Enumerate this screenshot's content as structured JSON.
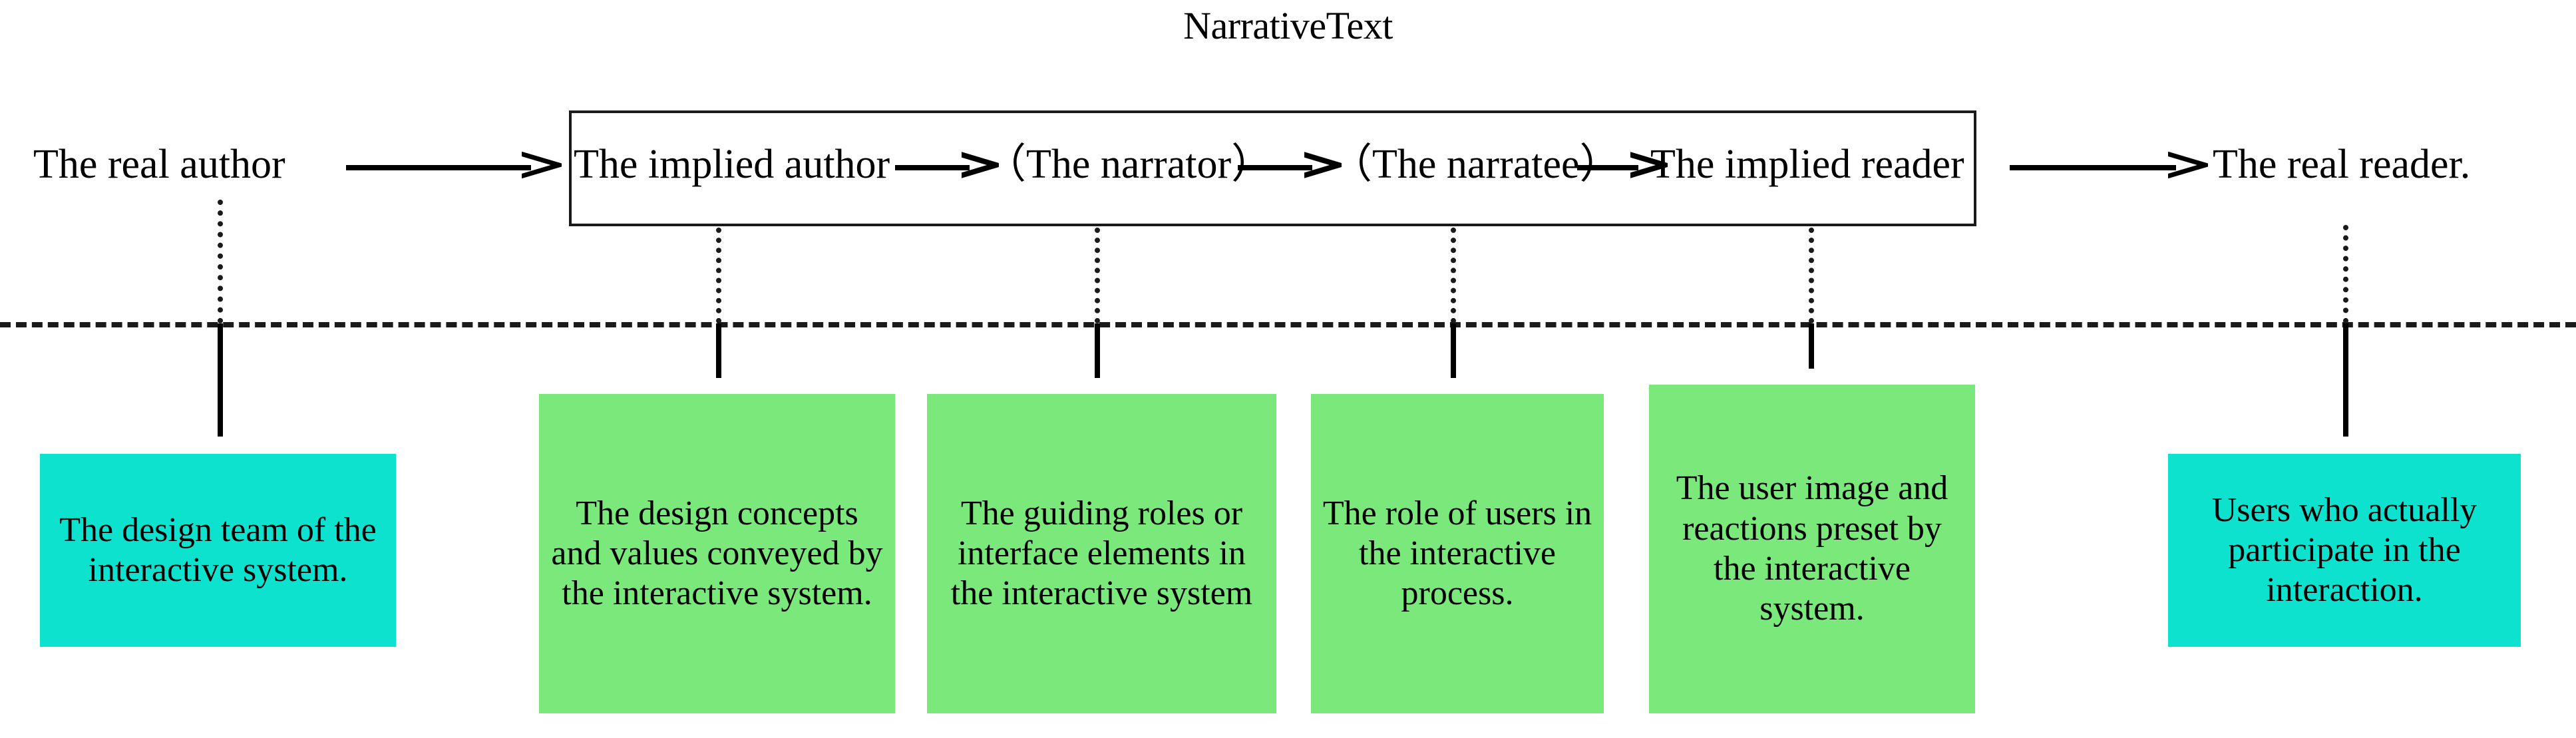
{
  "title": "NarrativeText",
  "colors": {
    "cyan_box": "#0CE2CD",
    "green_box": "#7AE87A",
    "line": "#1A1A1A",
    "background": "#FFFFFF",
    "text": "#000000"
  },
  "flow": {
    "nodes": [
      {
        "id": "real-author",
        "label": "The real author",
        "inside_frame": false
      },
      {
        "id": "implied-author",
        "label": "The implied author",
        "inside_frame": true
      },
      {
        "id": "narrator",
        "label": "（The narrator）",
        "inside_frame": true
      },
      {
        "id": "narratee",
        "label": "（The narratee）",
        "inside_frame": true
      },
      {
        "id": "implied-reader",
        "label": "The implied reader",
        "inside_frame": true
      },
      {
        "id": "real-reader",
        "label": "The real reader.",
        "inside_frame": false
      }
    ],
    "connector_symbol": "→",
    "frame_label": "NarrativeText"
  },
  "separator": {
    "style": "dashed"
  },
  "descriptions": [
    {
      "id": "desc-real-author",
      "color": "cyan",
      "text": "The design team of the interactive system."
    },
    {
      "id": "desc-implied-author",
      "color": "green",
      "text": "The design concepts and values conveyed by the interactive system."
    },
    {
      "id": "desc-narrator",
      "color": "green",
      "text": "The guiding roles or interface elements in the interactive system"
    },
    {
      "id": "desc-narratee",
      "color": "green",
      "text": "The role of users in the interactive process."
    },
    {
      "id": "desc-implied-reader",
      "color": "green",
      "text": "The user image and reactions preset by the interactive system."
    },
    {
      "id": "desc-real-reader",
      "color": "cyan",
      "text": "Users who actually participate in the interaction."
    }
  ]
}
